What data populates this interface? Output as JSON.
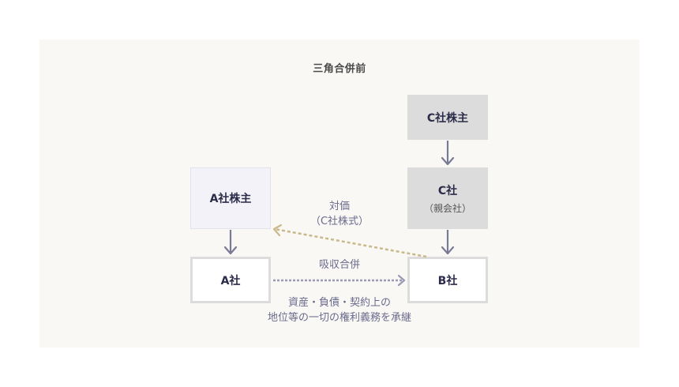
{
  "diagram": {
    "title": "三角合併前",
    "nodes": {
      "c_shareholders": {
        "label": "C社株主"
      },
      "c_company": {
        "label": "C社",
        "sublabel": "（親会社）"
      },
      "b_company": {
        "label": "B社"
      },
      "a_shareholders": {
        "label": "A社株主"
      },
      "a_company": {
        "label": "A社"
      }
    },
    "edges": {
      "consideration": {
        "line1": "対価",
        "line2": "（C社株式）",
        "from": "B社",
        "to": "A社株主",
        "style": "dashed",
        "color": "#c9b98a"
      },
      "merger": {
        "label": "吸収合併",
        "from": "A社",
        "to": "B社",
        "style": "dotted",
        "color": "#9a9ab4"
      },
      "succession": {
        "line1": "資産・負債・契約上の",
        "line2": "地位等の一切の権利義務を承継"
      },
      "c_shareholders_to_c": {
        "from": "C社株主",
        "to": "C社",
        "style": "solid"
      },
      "c_to_b": {
        "from": "C社",
        "to": "B社",
        "style": "solid"
      },
      "a_shareholders_to_a": {
        "from": "A社株主",
        "to": "A社",
        "style": "solid"
      }
    },
    "colors": {
      "panel_bg": "#f9f8f5",
      "box_gray": "#dcdcdc",
      "box_lavender": "#f2f2f8",
      "arrow_solid": "#7a7a96",
      "text_dark": "#2c2c4a",
      "text_label": "#6a6a8c"
    }
  }
}
